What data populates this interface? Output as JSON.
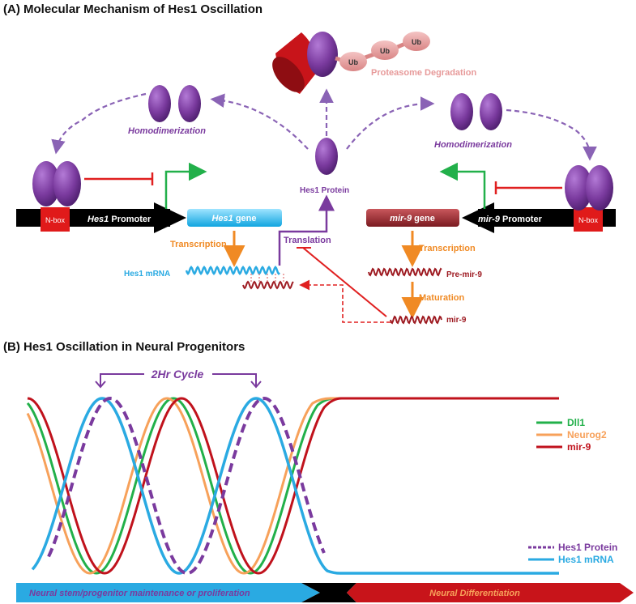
{
  "panel_a": {
    "title": "(A) Molecular Mechanism of Hes1 Oscillation",
    "ub1": "Ub",
    "ub2": "Ub",
    "ub3": "Ub",
    "proteasome": "Proteasome Degradation",
    "homodimer_left": "Homodimerization",
    "homodimer_right": "Homodimerization",
    "hes1_protein": "Hes1 Protein",
    "nbox_left": "N-box",
    "nbox_right": "N-box",
    "hes1_promoter_italic": "Hes1",
    "hes1_promoter_rest": " Promoter",
    "hes1_gene_italic": "Hes1",
    "hes1_gene_rest": " gene",
    "mir9_gene_italic": "mir-9",
    "mir9_gene_rest": " gene",
    "mir9_promoter_italic": "mir-9",
    "mir9_promoter_rest": " Promoter",
    "transcription_left": "Transcription",
    "transcription_right": "Transcription",
    "translation": "Translation",
    "hes1_mrna": "Hes1 mRNA",
    "pre_mir9": "Pre-mir-9",
    "maturation": "Maturation",
    "mir9": "mir-9"
  },
  "panel_b": {
    "title": "(B) Hes1 Oscillation in Neural Progenitors",
    "cycle_label": "2Hr Cycle",
    "legend_top": [
      {
        "name": "Dll1",
        "color": "#22b04a"
      },
      {
        "name": "Neurog2",
        "color": "#f7a15a"
      },
      {
        "name": "mir-9",
        "color": "#c0121c"
      }
    ],
    "legend_bottom": [
      {
        "name": "Hes1 Protein",
        "color": "#7a3a9e"
      },
      {
        "name": "Hes1 mRNA",
        "color": "#2aaae2"
      }
    ],
    "bar_left": "Neural stem/progenitor maintenance or proliferation",
    "bar_right": "Neural Differentiation"
  },
  "colors": {
    "purple": "#7a3a9e",
    "red": "#e02020",
    "green": "#22b04a",
    "orange": "#f08a24",
    "cyan": "#2aaae2",
    "darkred": "#9e1b22"
  }
}
